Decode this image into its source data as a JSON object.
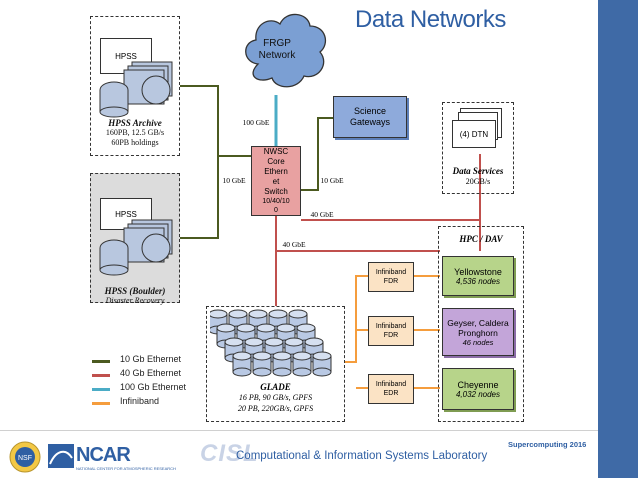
{
  "title": "Data Networks",
  "footer": {
    "event": "Supercomputing 2016",
    "org_name": "NCAR",
    "org_subtitle": "NATIONAL CENTER FOR ATMOSPHERIC RESEARCH",
    "lab_prefix": "CISL",
    "lab_text": "Computational & Information Systems Laboratory"
  },
  "frgp": {
    "label": "FRGP\nNetwork"
  },
  "hpss_archive": {
    "tape_label": "HPSS",
    "name": "HPSS Archive",
    "line1": "160PB, 12.5 GB/s",
    "line2": "60PB holdings"
  },
  "hpss_boulder": {
    "tape_label": "HPSS",
    "name": "HPSS (Boulder)",
    "subtitle": "Disaster Recovery"
  },
  "core_switch": {
    "label": "NWSC\nCore\nEthern\net\nSwitch",
    "speed": "10/40/10\n0"
  },
  "science_gateways": {
    "label": "Science\nGateways"
  },
  "data_services": {
    "box": "(4) DTN",
    "name": "Data Services",
    "rate": "20GB/s"
  },
  "hpc_dav": {
    "label": "HPC / DAV"
  },
  "link_labels": {
    "frgp_link": "100 GbE",
    "hpss_link": "10 GbE",
    "sg_link": "10 GbE",
    "dtn_link": "40 GbE",
    "hpc_link": "40 GbE"
  },
  "glade": {
    "name": "GLADE",
    "line1": "16 PB, 90 GB/s, GPFS",
    "line2": "20 PB, 220GB/s, GPFS"
  },
  "infiniband": [
    {
      "label": "Infiniband\nFDR"
    },
    {
      "label": "Infiniband\nFDR"
    },
    {
      "label": "Infiniband\nEDR"
    }
  ],
  "systems": [
    {
      "name": "Yellowstone",
      "detail": "4,536 nodes"
    },
    {
      "name": "Geyser, Caldera\nPronghorn",
      "detail": "46 nodes"
    },
    {
      "name": "Cheyenne",
      "detail": "4,032 nodes"
    }
  ],
  "legend": [
    {
      "label": "10 Gb Ethernet",
      "color": "#4b5a20"
    },
    {
      "label": "40 Gb Ethernet",
      "color": "#c0504d"
    },
    {
      "label": "100 Gb Ethernet",
      "color": "#4bacc6"
    },
    {
      "label": "Infiniband",
      "color": "#f59d3d"
    }
  ],
  "colors": {
    "accent": "#2f5fa3",
    "switch_fill": "#e8a1a1",
    "gateway_fill": "#8eaadb",
    "system_fill": "#b7d48a",
    "system_fill_alt": "#c3a5d9",
    "ib_fill": "#fbe3c5",
    "disk_fill": "#b9c9e4"
  }
}
